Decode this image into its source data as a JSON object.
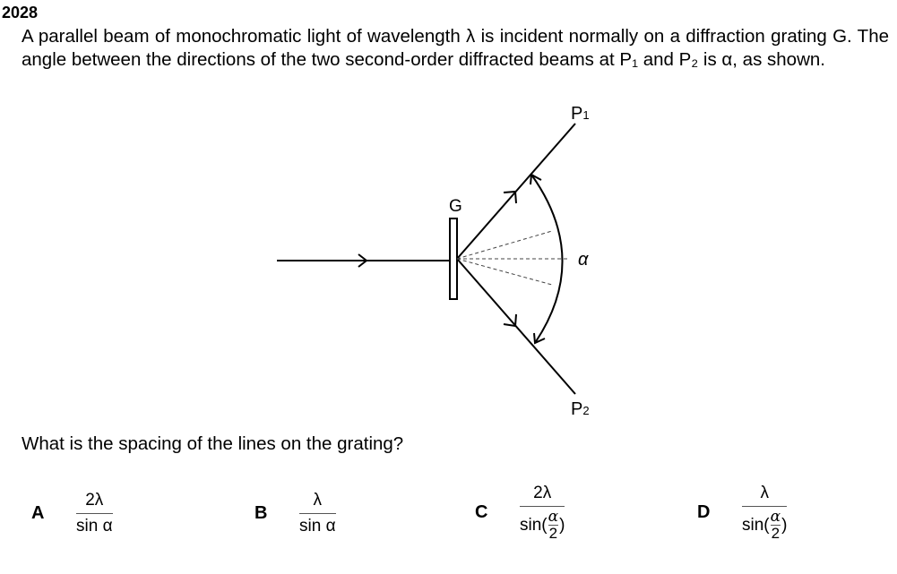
{
  "question_number": "2028",
  "stem": "A parallel beam of monochromatic light of wavelength λ is incident normally on a diffraction grating G. The angle between the directions of the two second-order diffracted beams at P₁ and P₂ is α, as shown.",
  "diagram": {
    "grating_label": "G",
    "p1_label": "P",
    "p1_sub": "1",
    "p2_label": "P",
    "p2_sub": "2",
    "angle_label": "α"
  },
  "question": "What is the spacing of the lines on the grating?",
  "options": [
    {
      "letter": "A",
      "numerator": "2λ",
      "denominator": "sin α"
    },
    {
      "letter": "B",
      "numerator": "λ",
      "denominator": "sin α"
    },
    {
      "letter": "C",
      "numerator": "2λ",
      "den_prefix": "sin(",
      "den_inner_num": "α",
      "den_inner_den": "2",
      "den_suffix": ")"
    },
    {
      "letter": "D",
      "numerator": "λ",
      "den_prefix": "sin(",
      "den_inner_num": "α",
      "den_inner_den": "2",
      "den_suffix": ")"
    }
  ]
}
